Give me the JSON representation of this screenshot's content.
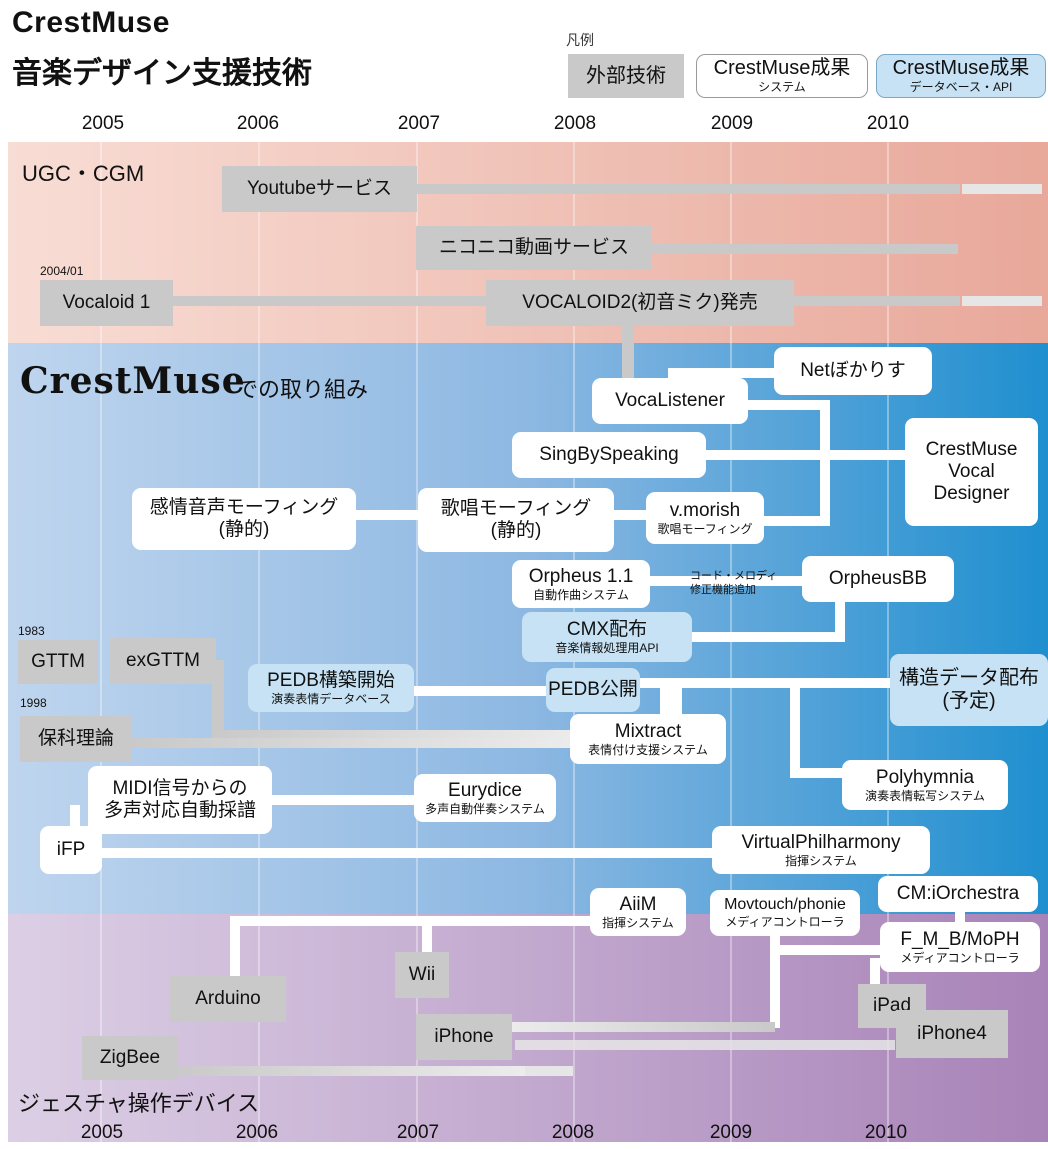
{
  "header": {
    "title_line1": "CrestMuse",
    "title_line2": "音楽デザイン支援技術",
    "legend_title": "凡例",
    "legend_external": "外部技術",
    "legend_system_title": "CrestMuse成果",
    "legend_system_sub": "システム",
    "legend_db_title": "CrestMuse成果",
    "legend_db_sub": "データベース・API"
  },
  "years": [
    "2005",
    "2006",
    "2007",
    "2008",
    "2009",
    "2010"
  ],
  "bands": {
    "ugc": "UGC・CGM",
    "crestmuse_logo": "CrestMuse",
    "crestmuse_suffix": "での取り組み",
    "gesture": "ジェスチャ操作デバイス"
  },
  "date_notes": {
    "vocaloid": "2004/01",
    "gttm": "1983",
    "hoka": "1998"
  },
  "nodes": {
    "youtube": "Youtubeサービス",
    "nicovideo": "ニコニコ動画サービス",
    "vocaloid1": "Vocaloid 1",
    "vocaloid2": "VOCALOID2(初音ミク)発売",
    "netbokarisu": "Netぼかりす",
    "vocalistener": "VocaListener",
    "singbyspeaking": "SingBySpeaking",
    "vocal_designer": [
      "CrestMuse",
      "Vocal",
      "Designer"
    ],
    "kanjo_line1": "感情音声モーフィング",
    "kanjo_line2": "(静的)",
    "kasho_line1": "歌唱モーフィング",
    "kasho_line2": "(静的)",
    "vmorish": "v.morish",
    "vmorish_sub": "歌唱モーフィング",
    "orpheus": "Orpheus 1.1",
    "orpheus_sub": "自動作曲システム",
    "orpheus_note": [
      "コード・メロディ",
      "修正機能追加"
    ],
    "orpheusbb": "OrpheusBB",
    "cmx": "CMX配布",
    "cmx_sub": "音楽情報処理用API",
    "gttm": "GTTM",
    "exgttm": "exGTTM",
    "pedb_start": "PEDB構築開始",
    "pedb_start_sub": "演奏表情データベース",
    "pedb_open": "PEDB公開",
    "kozo_line1": "構造データ配布",
    "kozo_line2": "(予定)",
    "hoka": "保科理論",
    "mixtract": "Mixtract",
    "mixtract_sub": "表情付け支援システム",
    "midi_line1": "MIDI信号からの",
    "midi_line2": "多声対応自動採譜",
    "eurydice": "Eurydice",
    "eurydice_sub": "多声自動伴奏システム",
    "polyhymnia": "Polyhymnia",
    "polyhymnia_sub": "演奏表情転写システム",
    "ifp": "iFP",
    "virtualphil": "VirtualPhilharmony",
    "virtualphil_sub": "指揮システム",
    "aiim": "AiiM",
    "aiim_sub": "指揮システム",
    "movtouch": "Movtouch/phonie",
    "movtouch_sub": "メディアコントローラ",
    "cmiorchestra": "CM:iOrchestra",
    "fmb": "F_M_B/MoPH",
    "fmb_sub": "メディアコントローラ",
    "wii": "Wii",
    "arduino": "Arduino",
    "iphone": "iPhone",
    "ipad": "iPad",
    "iphone4": "iPhone4",
    "zigbee": "ZigBee"
  },
  "colors": {
    "external_box": "#c9c9c9",
    "system_box": "#ffffff",
    "db_box": "#c6e2f4",
    "ugc_band_start": "#f8ddd5",
    "ugc_band_end": "#e8a89a",
    "crestmuse_band_start": "#bfd5ee",
    "crestmuse_band_end": "#1f8fcf",
    "gesture_band_start": "#dccfe5",
    "gesture_band_end": "#a883b8",
    "connector": "#ffffff",
    "external_connector": "#c9c9c9"
  }
}
